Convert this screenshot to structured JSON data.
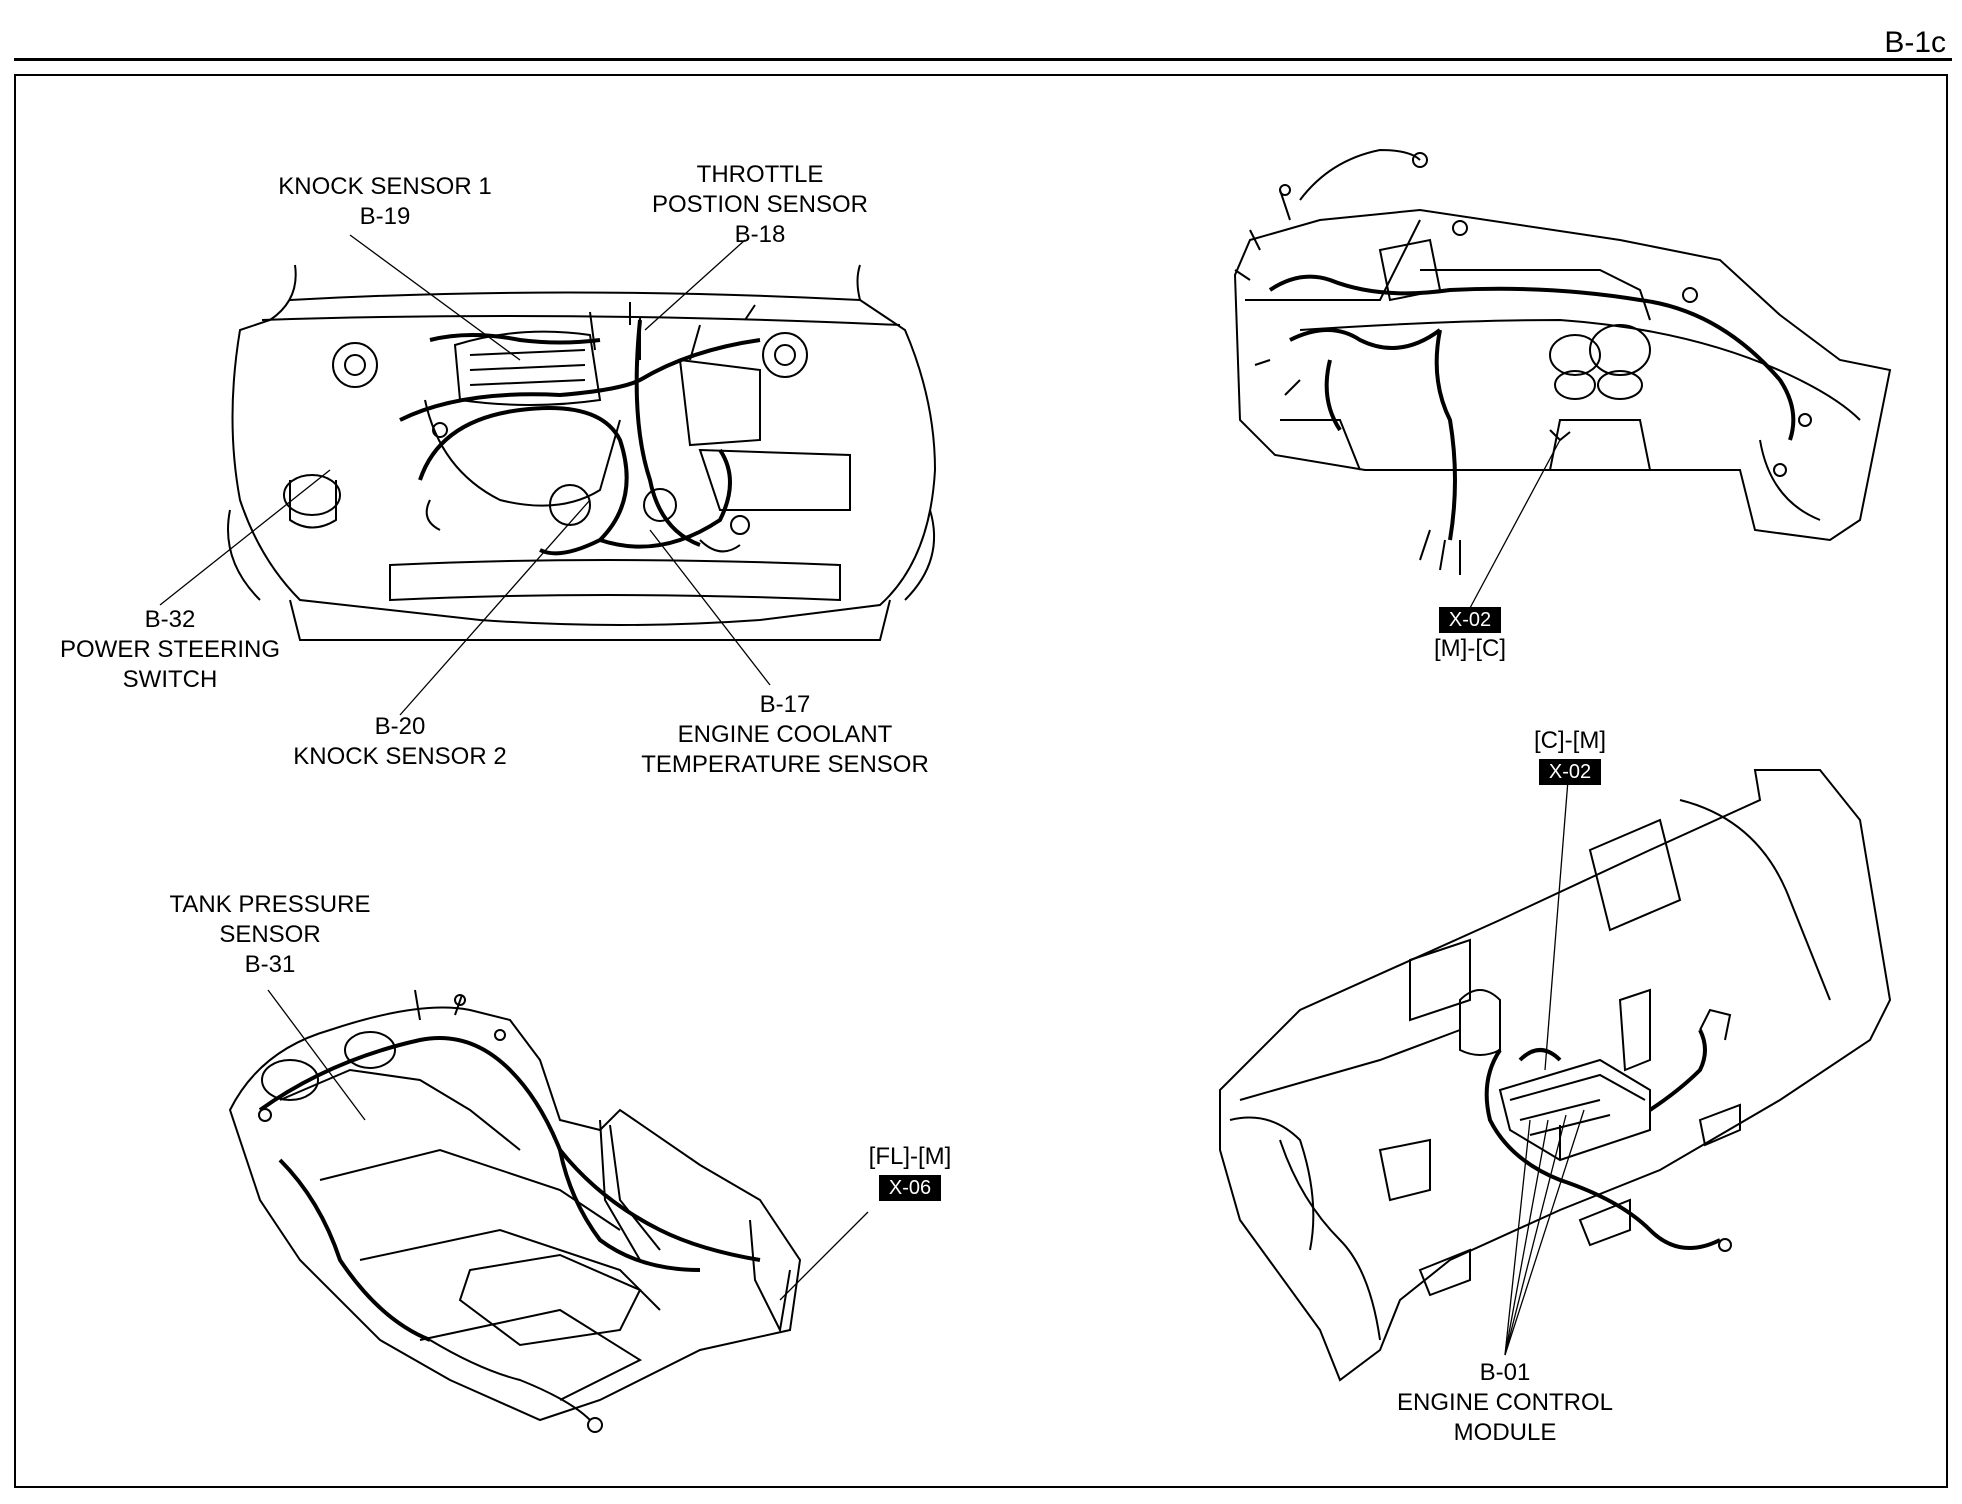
{
  "page": {
    "id": "B-1c"
  },
  "callouts": {
    "knock1": {
      "name": "KNOCK SENSOR 1",
      "code": "B-19"
    },
    "tps": {
      "line1": "THROTTLE",
      "line2": "POSTION SENSOR",
      "code": "B-18"
    },
    "ps": {
      "code": "B-32",
      "line1": "POWER STEERING",
      "line2": "SWITCH"
    },
    "knock2": {
      "code": "B-20",
      "name": "KNOCK SENSOR 2"
    },
    "ect": {
      "code": "B-17",
      "line1": "ENGINE COOLANT",
      "line2": "TEMPERATURE SENSOR"
    },
    "x02_top": {
      "tag": "X-02",
      "route": "[M]-[C]"
    },
    "x02_right": {
      "route": "[C]-[M]",
      "tag": "X-02"
    },
    "tank": {
      "line1": "TANK PRESSURE",
      "line2": "SENSOR",
      "code": "B-31"
    },
    "x06": {
      "route": "[FL]-[M]",
      "tag": "X-06"
    },
    "ecm": {
      "code": "B-01",
      "line1": "ENGINE CONTROL",
      "line2": "MODULE"
    }
  }
}
